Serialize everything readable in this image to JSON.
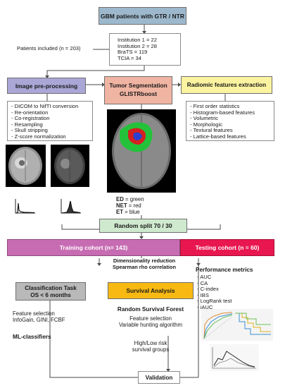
{
  "colors": {
    "header_blue": "#9db8cc",
    "preproc_purple": "#aaa6d6",
    "segm_red": "#f0b4a2",
    "radiomic_yellow": "#fbf3a0",
    "split_green": "#cfe9cf",
    "training_magenta": "#c76cb3",
    "testing_red": "#e8174f",
    "classif_gray": "#b9b9b9",
    "survival_orange": "#f7b912"
  },
  "title": "GBM patients with GTR / NTR",
  "patients_included": "Patients included (n = 203)",
  "institutions": [
    "Institution 1 = 22",
    "Institution 2 = 28",
    "BraTS = 119",
    "TCIA = 34"
  ],
  "preproc": {
    "title": "Image pre-processing",
    "steps": [
      "- DICOM to NifTI conversion",
      "- Re-orientation",
      "- Co-registration",
      "- Resampling",
      "- Skull stripping",
      "- Z-score normalization"
    ]
  },
  "segmentation": {
    "title": "Tumor Segmentation",
    "method": "GLISTRboost",
    "legend": [
      {
        "key": "ED",
        "value": " = green"
      },
      {
        "key": "NET",
        "value": " = red"
      },
      {
        "key": "ET",
        "value": " = blue"
      }
    ]
  },
  "radiomic": {
    "title": "Radiomic features extraction",
    "features": [
      "- First order statistics",
      "- Histogram-based features",
      "- Volumetric",
      "- Morphologic",
      "- Textural features",
      "- Lattice-based features"
    ]
  },
  "split": "Random split 70 / 30",
  "training": "Training cohort (n= 143)",
  "testing": "Testing cohort (n = 60)",
  "dimred": [
    "Dimensionality reduction",
    "Spearman rho correlation"
  ],
  "classification": {
    "title": [
      "Classification Task",
      "OS < 6 months"
    ],
    "feature_selection": [
      "Feature selection",
      "InfoGain, GINI, FCBF"
    ],
    "classifiers": "ML-classifiers"
  },
  "survival": {
    "title": "Survival Analysis",
    "method": "Random Survival Forest",
    "feature_selection": [
      "Feature selection",
      "Variable hunting algorithm"
    ],
    "groups": [
      "High/Low risk",
      "survival groups"
    ]
  },
  "metrics": {
    "title": "Performance metrics",
    "items": [
      "- AUC",
      "- CA",
      "- C-index",
      "- IBS",
      "- LogRank test",
      "- iAUC"
    ]
  },
  "validation": "Validation"
}
